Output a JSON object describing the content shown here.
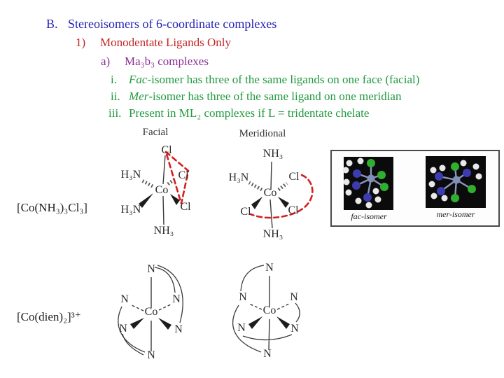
{
  "outline": {
    "b": {
      "marker": "B.",
      "text": "Stereoisomers of 6-coordinate complexes"
    },
    "n1": {
      "marker": "1)",
      "text": "Monodentate Ligands Only"
    },
    "a": {
      "marker": "a)",
      "text": "Ma₃b₃ complexes"
    },
    "i": {
      "marker": "i.",
      "em": "Fac",
      "rest": "-isomer has three of the same ligands on one face  (facial)"
    },
    "ii": {
      "marker": "ii.",
      "em": "Mer",
      "rest": "-isomer has three of the same ligand on one meridian"
    },
    "iii": {
      "marker": "iii.",
      "em": "",
      "rest": "Present in ML₂ complexes if L = tridentate chelate"
    }
  },
  "colors": {
    "outline_blue": "#2323b4",
    "outline_red": "#c32424",
    "outline_purple": "#8b2f96",
    "outline_green": "#219a3e",
    "highlight_dash_red": "#d41f1f",
    "chloride_green": "#2fae2f",
    "nitrogen_blue": "#3c3cb0",
    "hydrogen_white": "#e9e9e9",
    "cobalt_slate": "#7f8fb5"
  },
  "formulas": {
    "ammine": "[Co(NH₃)₃Cl₃]",
    "dien": "[Co(dien)₂]³⁺"
  },
  "facial": {
    "title": "Facial",
    "top": "Cl",
    "upper_left": "H₃N",
    "upper_right": "Cl",
    "lower_left": "H₃N",
    "lower_right": "Cl",
    "bottom": "NH₃",
    "center": "Co"
  },
  "meridional": {
    "title": "Meridional",
    "top": "NH₃",
    "upper_left": "H₃N",
    "upper_right": "Cl",
    "lower_left": "Cl",
    "lower_right": "Cl",
    "bottom": "NH₃",
    "center": "Co"
  },
  "dien_fac": {
    "center": "Co",
    "ligand": "N"
  },
  "dien_mer": {
    "center": "Co",
    "ligand": "N"
  },
  "photo": {
    "fac_label": "fac-isomer",
    "mer_label": "mer-isomer"
  }
}
